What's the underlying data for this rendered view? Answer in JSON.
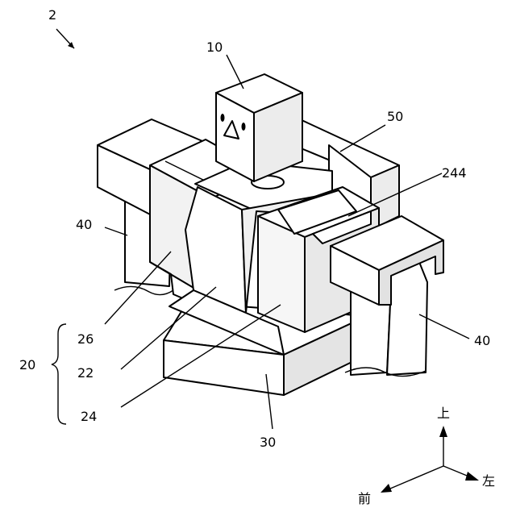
{
  "labels": {
    "figure": "2",
    "head": "10",
    "body_assembly": "20",
    "center_block": "22",
    "right_block": "24",
    "upper_plate": "244",
    "left_block": "26",
    "base": "30",
    "arm_left": "40",
    "arm_right": "40",
    "back_unit": "50"
  },
  "axes": {
    "up": "上",
    "left": "左",
    "front": "前"
  }
}
